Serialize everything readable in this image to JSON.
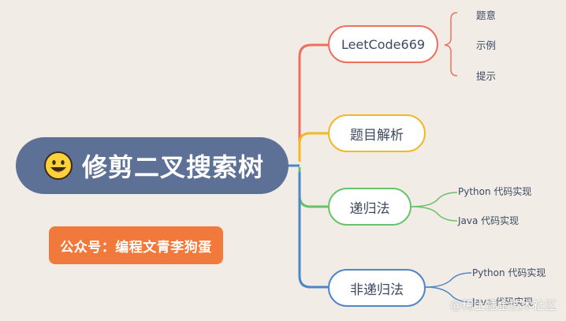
{
  "root": {
    "title": "修剪二叉搜索树",
    "icon": "smiley-face-icon"
  },
  "badge": {
    "text": "公众号：编程文青李狗蛋"
  },
  "branches": [
    {
      "label": "LeetCode669",
      "color": "#ee6f5e",
      "children": [
        "题意",
        "示例",
        "提示"
      ]
    },
    {
      "label": "题目解析",
      "color": "#f2b826",
      "children": []
    },
    {
      "label": "递归法",
      "color": "#68c26a",
      "children": [
        "Python 代码实现",
        "Java 代码实现"
      ]
    },
    {
      "label": "非递归法",
      "color": "#4f86c6",
      "children": [
        "Python 代码实现",
        "Java 代码实现"
      ]
    }
  ],
  "watermark": "@稀土掘金技术社区"
}
